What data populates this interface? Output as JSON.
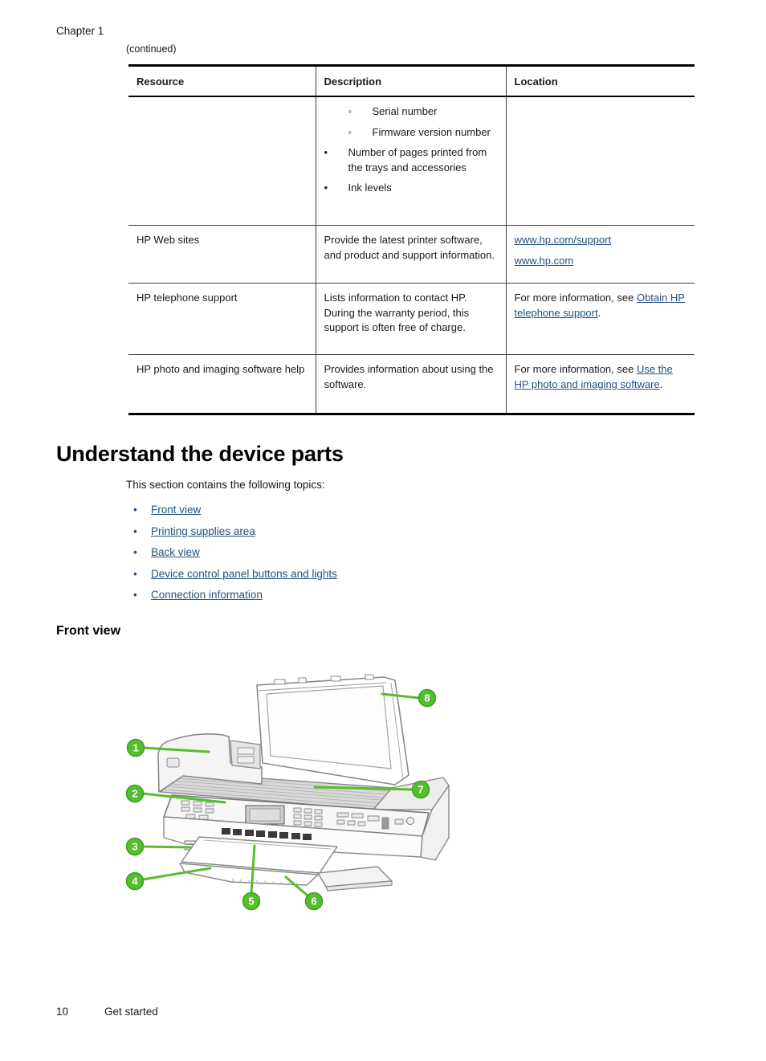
{
  "page": {
    "chapter": "Chapter 1",
    "continued": "(continued)",
    "footer_page_number": "10",
    "footer_section": "Get started"
  },
  "glyphs": {
    "bullet": "•",
    "sub_bullet": "◦"
  },
  "colors": {
    "link": "#24517b",
    "callout_green": "#55be2e",
    "table_border": "#000000"
  },
  "table": {
    "headers": {
      "resource": "Resource",
      "description": "Description",
      "location": "Location"
    },
    "row_device_info": {
      "sub_items": [
        "Serial number",
        "Firmware version number"
      ],
      "items": [
        "Number of pages printed from the trays and accessories",
        "Ink levels"
      ]
    },
    "row_web": {
      "resource": "HP Web sites",
      "description": "Provide the latest printer software, and product and support information.",
      "link1": "www.hp.com/support",
      "link2": "www.hp.com"
    },
    "row_phone": {
      "resource": "HP telephone support",
      "description": "Lists information to contact HP. During the warranty period, this support is often free of charge.",
      "location_prefix": "For more information, see ",
      "location_link": "Obtain HP telephone support",
      "location_suffix": "."
    },
    "row_software": {
      "resource": "HP photo and imaging software help",
      "description": "Provides information about using the software.",
      "location_prefix": "For more information, see ",
      "location_link": "Use the HP photo and imaging software",
      "location_suffix": "."
    }
  },
  "section": {
    "title": "Understand the device parts",
    "intro": "This section contains the following topics:",
    "topics": [
      "Front view",
      "Printing supplies area",
      "Back view",
      "Device control panel buttons and lights",
      "Connection information"
    ]
  },
  "front_view": {
    "heading": "Front view",
    "callouts": [
      "1",
      "2",
      "3",
      "4",
      "5",
      "6",
      "7",
      "8"
    ]
  }
}
